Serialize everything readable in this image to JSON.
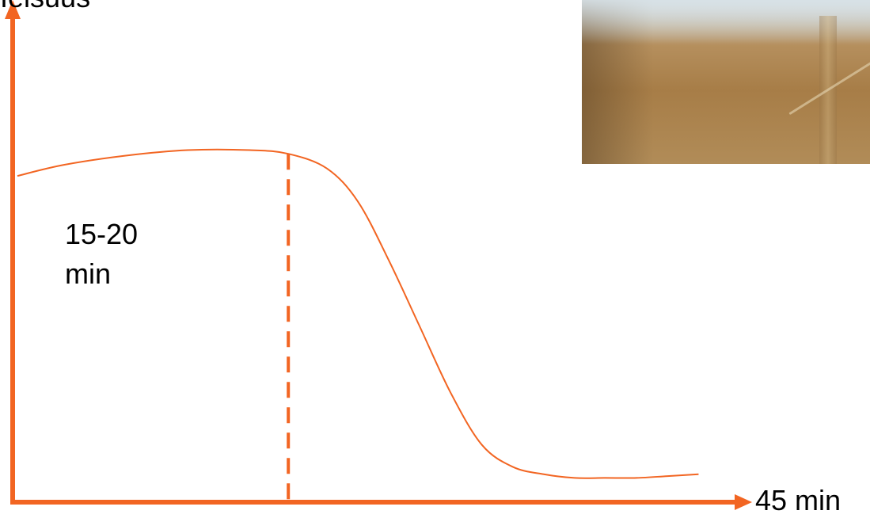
{
  "colors": {
    "axis": "#f26522",
    "curve": "#f26522",
    "text": "#000000"
  },
  "chart_data": {
    "type": "line",
    "title": "",
    "ylabel": "Ielsuus",
    "xlabel": "45 min",
    "annotation": [
      "15-20",
      "min"
    ],
    "marker_x": 17.5,
    "xlim": [
      0,
      45
    ],
    "ylim": [
      0,
      100
    ],
    "series": [
      {
        "x": [
          0,
          3,
          7,
          11,
          15,
          17.5,
          20,
          22,
          24,
          26,
          28,
          30,
          32,
          34,
          36,
          38,
          40,
          42,
          44
        ],
        "values": [
          86,
          89,
          91.5,
          93,
          93,
          92,
          88,
          79,
          63,
          45,
          27,
          13,
          7,
          5,
          4,
          4,
          4,
          4.5,
          5
        ]
      }
    ]
  },
  "photo": {
    "icon": "photo-thumbnail"
  }
}
